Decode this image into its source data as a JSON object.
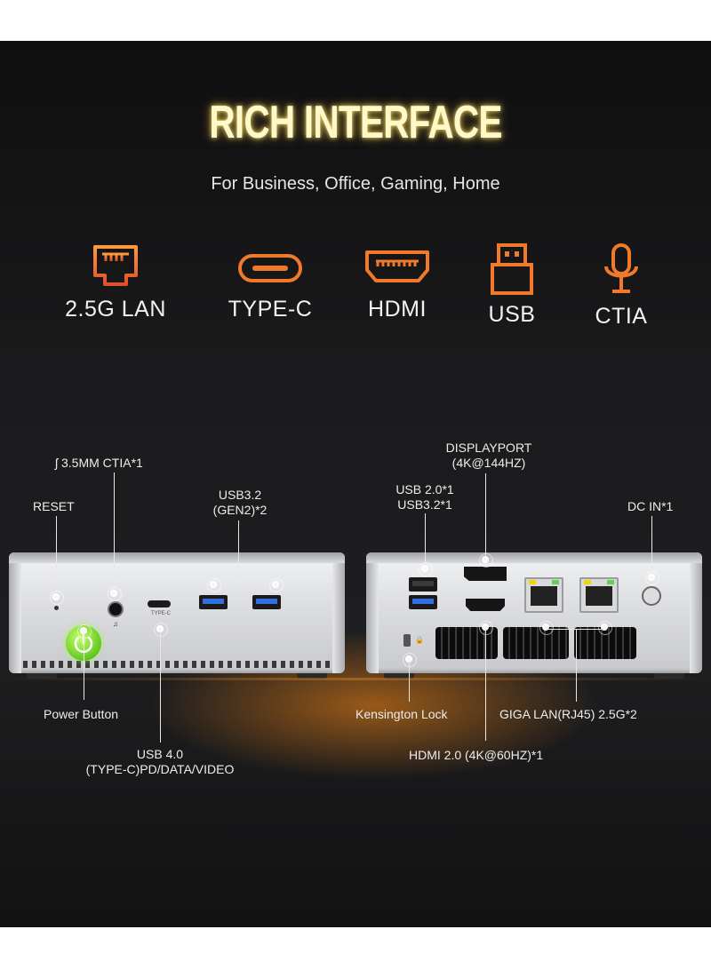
{
  "header": {
    "title": "RICH INTERFACE",
    "subtitle": "For Business, Office, Gaming, Home"
  },
  "features": [
    {
      "icon": "ethernet-port-icon",
      "label": "2.5G LAN"
    },
    {
      "icon": "usb-c-port-icon",
      "label": "TYPE-C"
    },
    {
      "icon": "hdmi-port-icon",
      "label": "HDMI"
    },
    {
      "icon": "usb-a-port-icon",
      "label": "USB"
    },
    {
      "icon": "microphone-icon",
      "label": "CTIA"
    }
  ],
  "front_labels": {
    "ctia": "ʃ 3.5MM CTIA*1",
    "reset": "RESET",
    "usb32_line1": "USB3.2",
    "usb32_line2": "(GEN2)*2",
    "power": "Power Button",
    "usb4_line1": "USB 4.0",
    "usb4_line2": "(TYPE-C)PD/DATA/VIDEO",
    "type_c_print": "TYPE-C"
  },
  "rear_labels": {
    "dp_line1": "DISPLAYPORT",
    "dp_line2": "(4K@144HZ)",
    "usb_line1": "USB 2.0*1",
    "usb_line2": "USB3.2*1",
    "dcin": "DC IN*1",
    "kensington": "Kensington Lock",
    "lan": "GIGA LAN(RJ45) 2.5G*2",
    "hdmi": "HDMI 2.0 (4K@60HZ)*1"
  },
  "colors": {
    "accent": "#f07a2a",
    "title_glow": "#fff8c8",
    "power_button": "#7ed321"
  }
}
